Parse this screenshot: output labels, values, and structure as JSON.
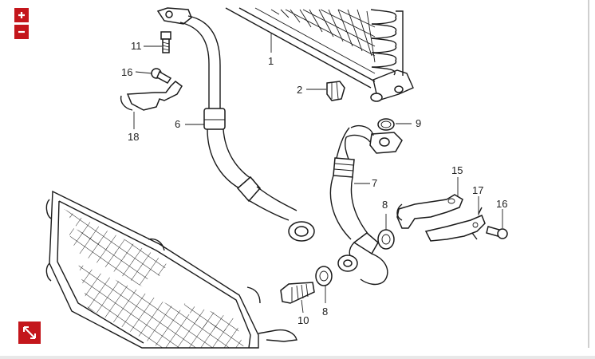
{
  "controls": {
    "zoom_in": {
      "icon": "plus-icon"
    },
    "zoom_out": {
      "icon": "minus-icon"
    },
    "fullscreen": {
      "icon": "expand-arrows-icon"
    }
  },
  "callouts": [
    {
      "id": "c1",
      "text": "1"
    },
    {
      "id": "c2",
      "text": "2"
    },
    {
      "id": "c6",
      "text": "6"
    },
    {
      "id": "c7",
      "text": "7"
    },
    {
      "id": "c8a",
      "text": "8"
    },
    {
      "id": "c8b",
      "text": "8"
    },
    {
      "id": "c9",
      "text": "9"
    },
    {
      "id": "c10",
      "text": "10"
    },
    {
      "id": "c11",
      "text": "11"
    },
    {
      "id": "c15",
      "text": "15"
    },
    {
      "id": "c16a",
      "text": "16"
    },
    {
      "id": "c16b",
      "text": "16"
    },
    {
      "id": "c17",
      "text": "17"
    },
    {
      "id": "c18",
      "text": "18"
    }
  ],
  "colors": {
    "accent": "#c4161c",
    "line": "#1a1a1a",
    "background": "#ffffff"
  }
}
